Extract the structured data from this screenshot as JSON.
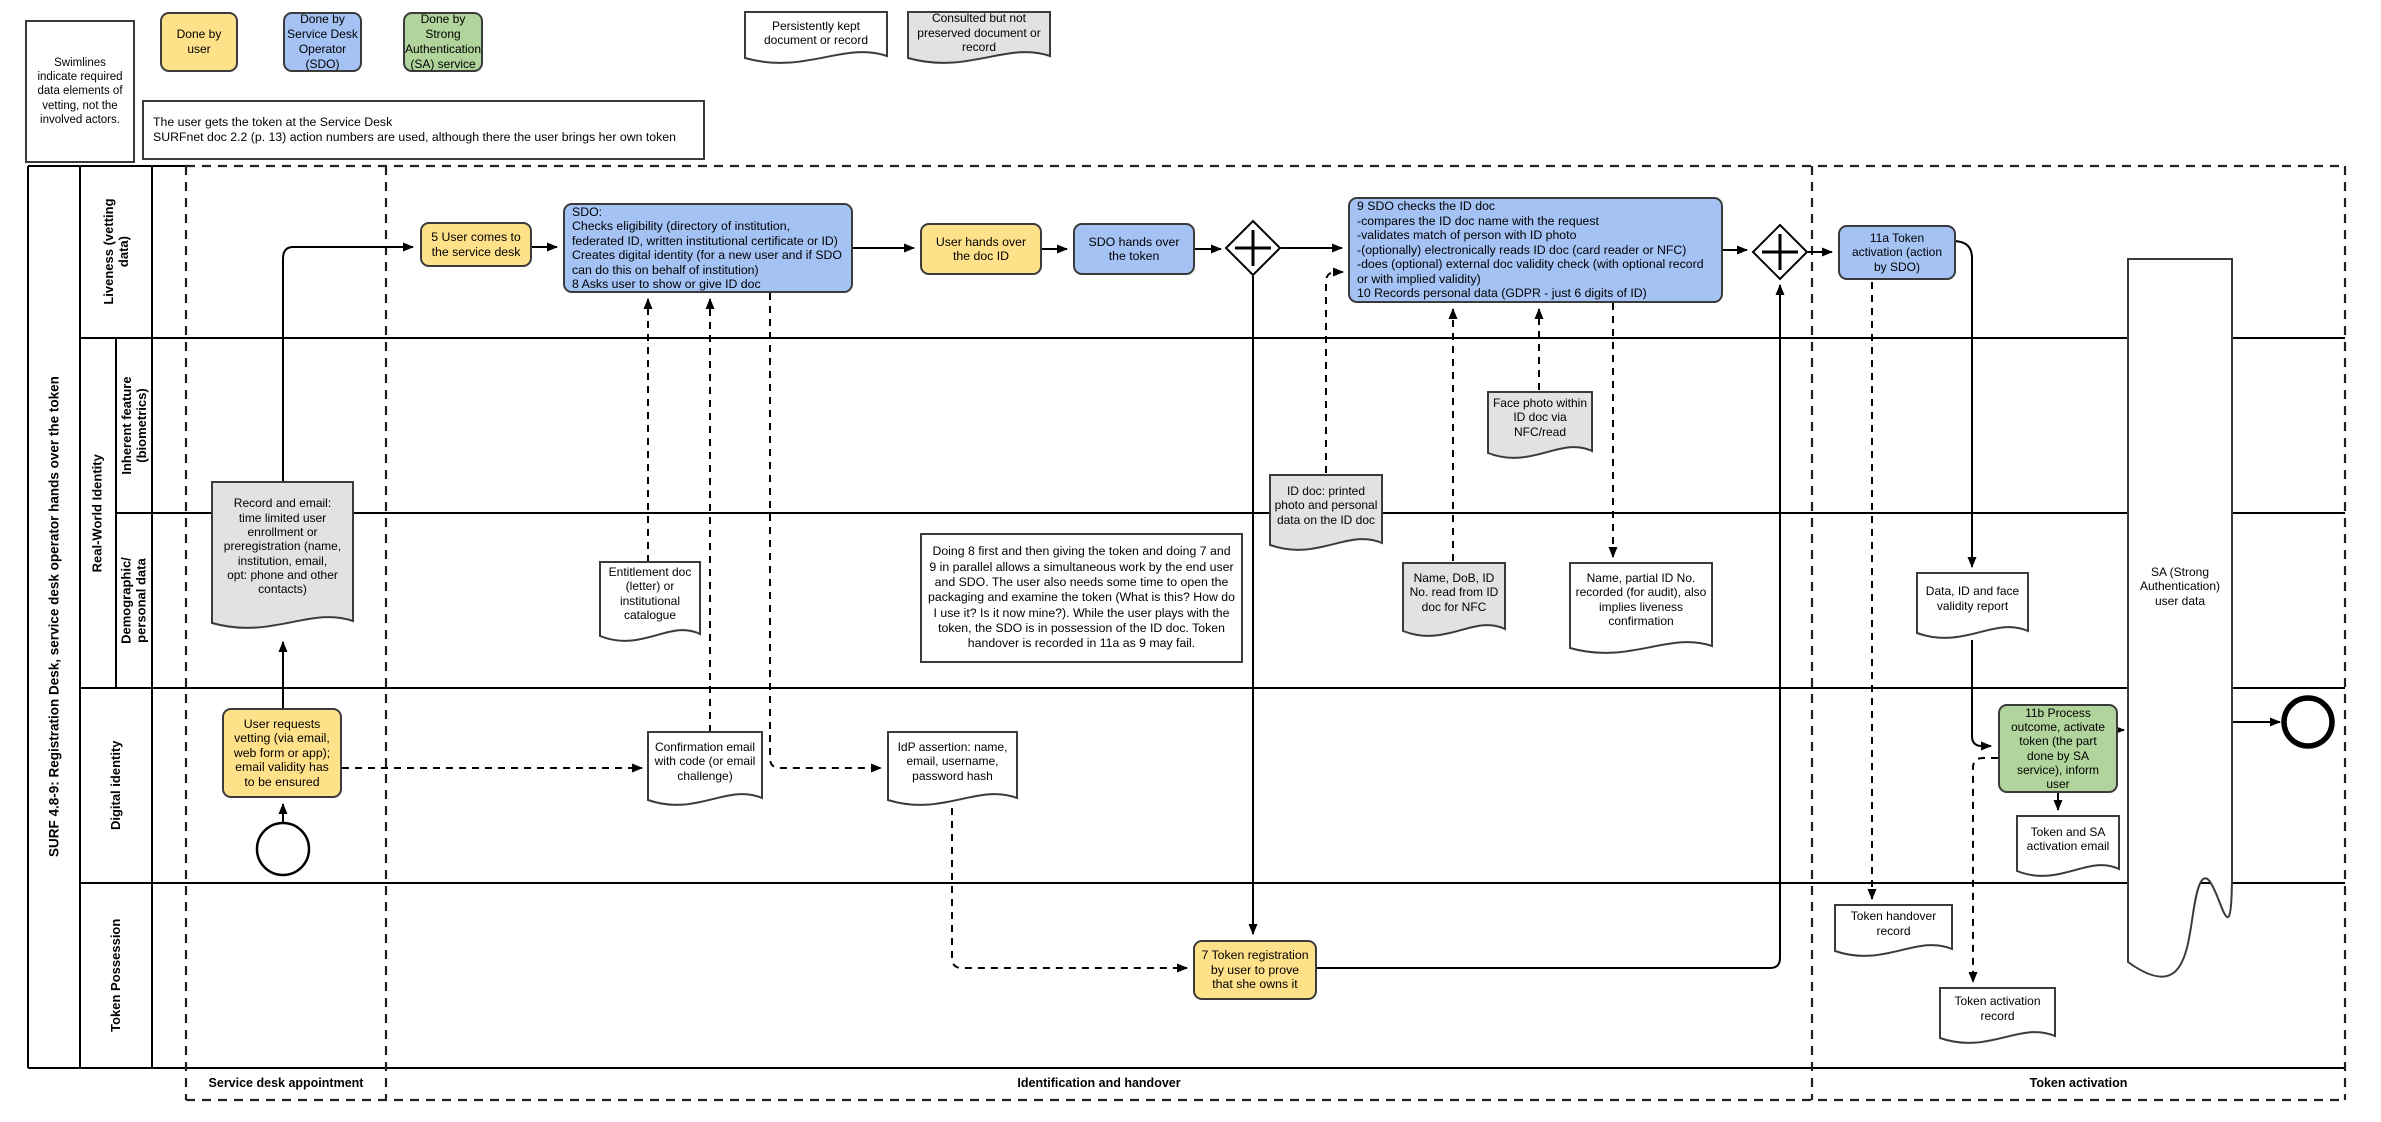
{
  "legend": {
    "swimlines_note": "Swimlines indicate required data elements of vetting, not the involved actors.",
    "done_by_user": "Done by user",
    "done_by_sdo": "Done by Service Desk Operator (SDO)",
    "done_by_sa": "Done by Strong Authentication (SA) service",
    "persistent_doc": "Persistently kept document or record",
    "consulted_doc": "Consulted but not preserved document or record"
  },
  "notes": {
    "top": "The user gets the token at the Service Desk\nSURFnet doc 2.2 (p. 13) action numbers are used, although there the user brings her own token",
    "parallel": "Doing 8 first and then giving the token and doing 7 and 9 in parallel allows a simultaneous work by the end user and SDO. The user also needs some time to open the packaging and examine the token (What is this? How do I use it? Is it now mine?). While the user plays with the token, the SDO is in possession of the ID doc. Token handover is recorded in 11a as 9 may fail."
  },
  "pool": {
    "title": "SURF 4.8-9: Registration Desk, service desk operator hands over the token",
    "lanes": {
      "liveness": "Liveness (vetting data)",
      "real_world": "Real-World Identity",
      "inherent": "Inherent feature (biometrics)",
      "demographic": "Demographic/\npersonal data",
      "digital": "Digital identity",
      "token": "Token Possession"
    }
  },
  "phases": {
    "p1": "Service desk appointment",
    "p2": "Identification and handover",
    "p3": "Token activation"
  },
  "tasks": {
    "t5": "5 User comes to the service desk",
    "sdo8": "SDO:\nChecks eligibility (directory of institution, federated ID, written institutional certificate or ID)\nCreates digital identity (for a new user and if SDO can do this on behalf of institution)\n8 Asks user to show or give ID doc",
    "hand_id": "User hands over the doc ID",
    "hand_token": "SDO hands over the token",
    "t9": "9 SDO checks the ID doc\n-compares the ID doc name with the request\n-validates match of person with ID photo\n-(optionally) electronically reads ID doc (card reader or NFC)\n-does (optional) external doc validity check (with optional record or with implied validity)\n10 Records personal data (GDPR - just 6 digits of ID)",
    "t11a": "11a Token activation (action by SDO)",
    "t7": "7 Token registration by user to prove that she owns it",
    "t11b": "11b Process outcome, activate token (the part done by SA service), inform user",
    "user_requests": "User requests vetting (via email, web form or app); email validity has to be ensured"
  },
  "docs": {
    "record_email": "Record and email:\ntime limited user enrollment or preregistration (name, institution, email,\nopt: phone and other contacts)",
    "entitlement": "Entitlement doc (letter) or institutional catalogue",
    "confirmation": "Confirmation email with code (or email challenge)",
    "idp": "IdP assertion: name, email, username, password hash",
    "id_doc": "ID doc: printed photo and personal data on the ID doc",
    "face_photo": "Face photo within ID doc via NFC/read",
    "name_dob": "Name, DoB, ID No. read from ID doc for NFC",
    "name_partial": "Name, partial ID No. recorded (for audit), also implies liveness confirmation",
    "validity_report": "Data, ID and face validity report",
    "sa_user_data": "SA (Strong Authentication) user data",
    "token_sa_email": "Token and SA activation email",
    "handover_record": "Token handover record",
    "activation_record": "Token activation record"
  },
  "colors": {
    "user_task": "#ffe18a",
    "sdo_task": "#a4c2f4",
    "sa_task": "#b0d49c",
    "consulted_doc": "#e2e2e2",
    "persistent_doc": "#ffffff",
    "border": "#3b3b3b"
  }
}
